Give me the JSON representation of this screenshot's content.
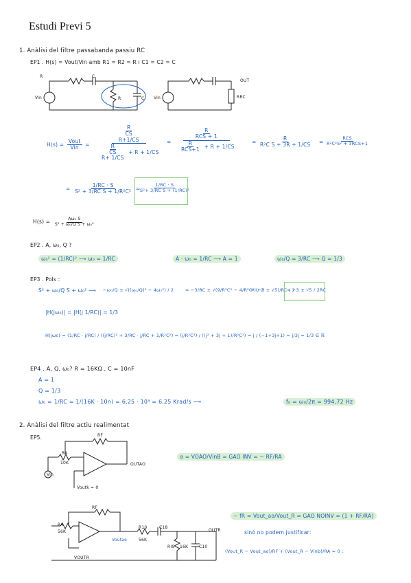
{
  "title": "Estudi Previ 5",
  "s1": {
    "heading": "1. Anàlisi del filtre passabanda passiu RC",
    "ep1": "EP1 .  H(s) = Vout/Vin   amb  R1 = R2 = R  i  C1 = C2 = C",
    "circuit1": {
      "r": "R",
      "c": "C",
      "r_inner": "R",
      "c_inner": "C",
      "vin": "Vin",
      "vin2": "Vin",
      "out": "OUT",
      "rrc": "RRC"
    },
    "h_lhs": "H(s) =",
    "h_vout": "Vout",
    "h_vin": "Vin",
    "f1_num_top": "R",
    "f1_num_bot": "CS",
    "f1_num_den": "R+1/CS",
    "f1_den_a_top": "R",
    "f1_den_a_mid": "CS",
    "f1_den_a_bot": "R+ 1/CS",
    "f1_den_tail": "+ R + 1/CS",
    "f2_num_top": "R",
    "f2_num_bot": "RCS + 1",
    "f2_den_a": "R",
    "f2_den_b": "RCS+1",
    "f2_den_tail": "+ R + 1/CS",
    "f3_num": "R",
    "f3_den": "R²C S + 3R + 1/CS",
    "f4_num": "RCS",
    "f4_den": "R²C²S² + 3RCS+1",
    "f5_num": "1/RC · S",
    "f5_den": "S² + 3/RC S + 1/R²C²",
    "f6_num": "1/RC · S",
    "f6_den": "S²+ 3/RC S + (1/RC)²",
    "hs_general": "H(s) =",
    "hs_general_num": "Aω₀ S",
    "hs_general_den": "S² + ω₀/Q S + ω₀²",
    "ep2": "EP2 .  A, ω₀, Q ?",
    "ep2_w0": "ω₀² = (1/RC)²  ⟶ ω₀ = 1/RC",
    "ep2_A": "A · ω₀ = 1/RC  ⟶  A = 1",
    "ep2_Q": "ω₀/Q = 3/RC  ⟶  Q = 1/3",
    "ep3": "EP3 .  Pols :",
    "ep3_eq": "S² + ω₀/Q S + ω₀²  ⟶",
    "ep3_r1": "−ω₀/Q ± √((ω₀/Q)² − 4ω₀²)  / 2",
    "ep3_r2": "= −3/RC ± √(9/R²C² − 4/R²C²)  / 2",
    "ep3_r3": "= (−3 ± √5)/RC  / 2",
    "ep3_r4": "= −3 ± √5 / 2RC",
    "ep3_h": "|H(jω₀)| = |H(j 1/RC)| = 1/3",
    "ep3_hjw": "H(jωc) = (1/RC · j/RC) / ((j/RC)² + 3/RC · j/RC + 1/R²C²) = (j/R²C²) / ((j² + 3j + 1)/R²C²) = j / (−1+3j+1) = j/3j = 1/3 ∈ ℝ",
    "ep4": "EP4 .  A, Q, ω₀?   R = 16KΩ ,  C = 10nF",
    "ep4_A": "A = 1",
    "ep4_Q": "Q = 1/3",
    "ep4_w0": "ω₀ = 1/RC = 1/(16K · 10n) = 6,25 · 10³ = 6,25 Krad/s  ⟶",
    "ep4_f0": "f₀ = ω₀/2π = 994,72 Hz"
  },
  "s2": {
    "heading": "2. Anàlisi del filtre actiu realimentat",
    "ep5": "EP5.",
    "c1": {
      "rf": "RF",
      "ra": "RA",
      "ra_val": "10K",
      "out": "OUTAO",
      "vin": "Vin",
      "vout": "Voutk = 0"
    },
    "alpha_eq": "α = VOAO/VinB = GAO INV = − RF/RA",
    "c2": {
      "rf": "RF",
      "ra": "RA",
      "ra_val": "56K",
      "vout_ao": "Voutao",
      "r1": "R10",
      "r1_val": "56K",
      "c": "C18",
      "r2": "RIS",
      "r2_val": "16K",
      "c2": "C10",
      "out": "OUTR",
      "vout": "VOUTR"
    },
    "gain_eq": "− fR = Vout_ao/Vout_R = GAO NOINV = (1 + RF/RA)",
    "note": "sinó no podem justificar:",
    "kcl": "(Vout_R − Vout_ao)/RF + (Vout_R − Vinb)/RA = 0 ;"
  }
}
